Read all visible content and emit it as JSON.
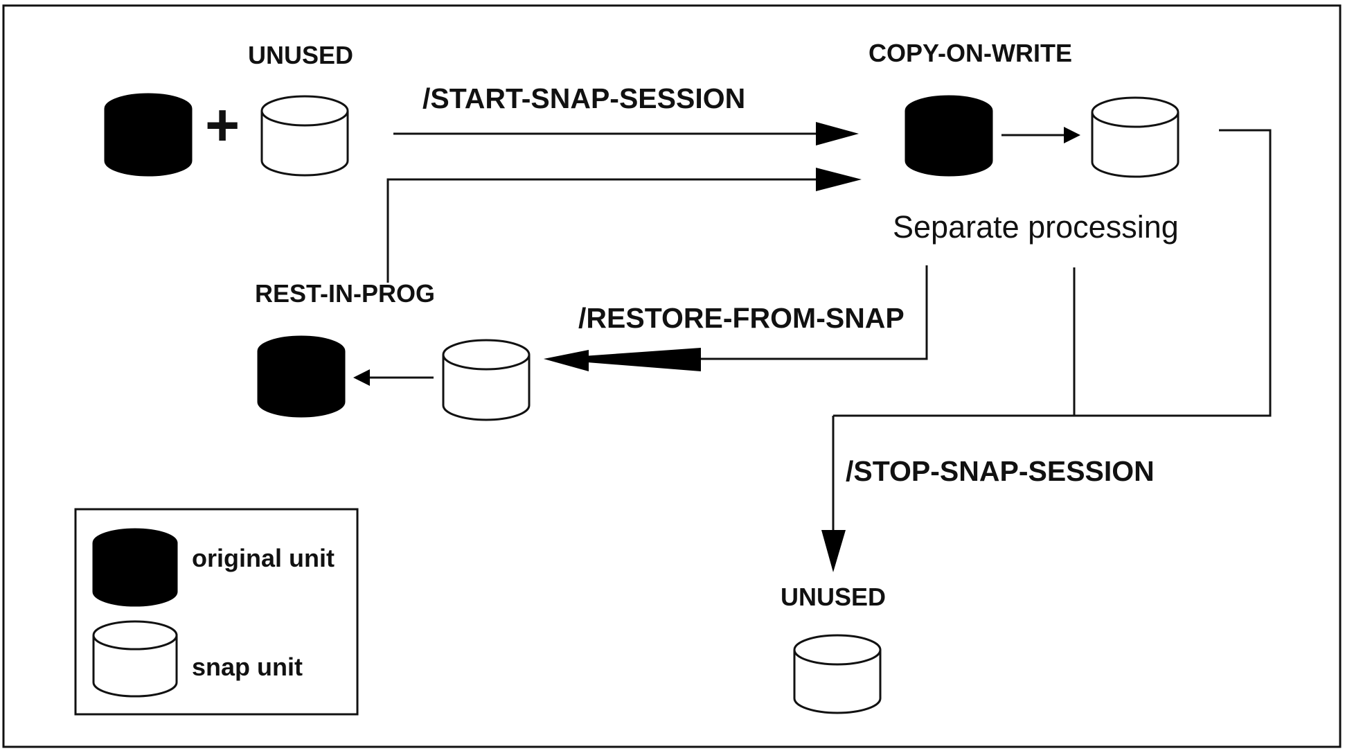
{
  "states": {
    "unused_start": "UNUSED",
    "copy_on_write": "COPY-ON-WRITE",
    "rest_in_prog": "REST-IN-PROG",
    "unused_end": "UNUSED"
  },
  "commands": {
    "start": "/START-SNAP-SESSION",
    "restore": "/RESTORE-FROM-SNAP",
    "stop": "/STOP-SNAP-SESSION"
  },
  "description": "Separate processing",
  "plus": "+",
  "legend": {
    "original": "original unit",
    "snap": "snap unit"
  },
  "colors": {
    "original_fill": "#000000",
    "snap_fill": "#ffffff",
    "line": "#111111"
  }
}
